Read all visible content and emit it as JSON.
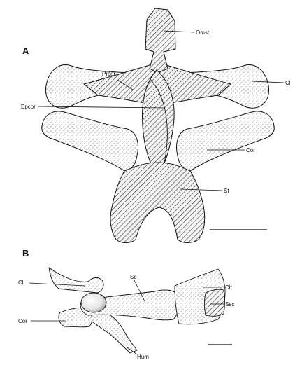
{
  "panel_a": {
    "letter": "A",
    "labels": {
      "omosternum": "Omst",
      "procoracoid": "Prcor",
      "clavicle": "Cl",
      "epicoracoid": "Epcor",
      "coracoid": "Cor",
      "sternum": "St"
    }
  },
  "panel_b": {
    "letter": "B",
    "labels": {
      "clavicle": "Cl",
      "scapula": "Sc",
      "cleithrum": "Clt",
      "suprascapula": "Ssc",
      "coracoid": "Cor",
      "humerus": "Hum"
    }
  },
  "colors": {
    "ink": "#111111",
    "bone_fill": "#ffffff",
    "cartilage_hatch": "#222222",
    "background": "#ffffff"
  }
}
